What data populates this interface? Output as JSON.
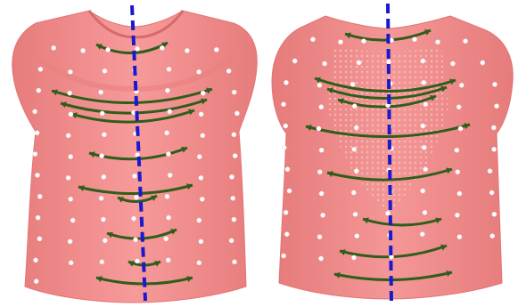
{
  "figure": {
    "panels": [
      {
        "view": "front",
        "arrow_rows": [
          {
            "arcs": 1
          },
          {
            "arcs": 3
          },
          {
            "arcs": 1
          },
          {
            "arcs": 2
          },
          {
            "arcs": 1
          },
          {
            "arcs": 2
          }
        ]
      },
      {
        "view": "back",
        "arrow_rows": [
          {
            "arcs": 1
          },
          {
            "arcs": 3
          },
          {
            "arcs": 1
          },
          {
            "arcs": 1
          },
          {
            "arcs": 1
          },
          {
            "arcs": 2
          }
        ]
      }
    ],
    "marker_dots": {
      "front": 78,
      "back": 74
    },
    "colors": {
      "garment": "#f28b8b",
      "garment_shadow": "#d76a6a",
      "garment_highlight": "#f7a8a8",
      "arrows": "#2f5e1a",
      "midline": "#1a1acc",
      "dots": "#ffffff",
      "background": "#ffffff"
    }
  }
}
